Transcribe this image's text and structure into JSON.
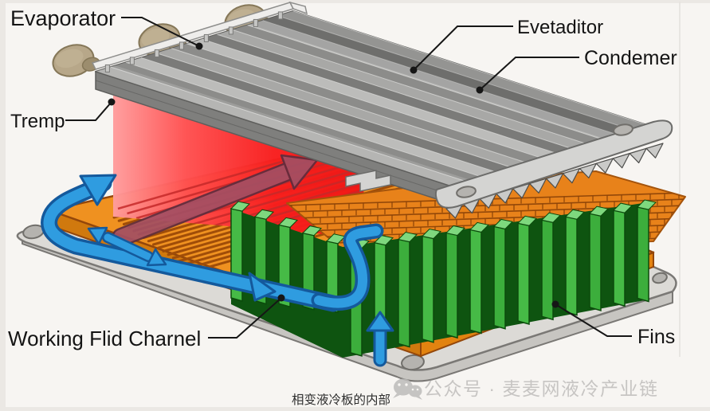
{
  "diagram": {
    "caption": "相变液冷板的内部",
    "labels": {
      "evaporator": "Evaporator",
      "evetaditor": "Evetaditor",
      "condenser": "Condemer",
      "temp": "Tremp",
      "working_fluid_channel": "Working Flid Charnel",
      "fins": "Fins"
    },
    "watermark": {
      "icon": "wechat-icon",
      "text": "公众号 · 麦麦网液冷产业链"
    },
    "colors": {
      "bg": "#f7f5f2",
      "border": "#ebe8e4",
      "faint_line": "#e4e1dd",
      "ink": "#161616",
      "caption_color": "#2e2e2e",
      "watermark_color": "#c7c5c3",
      "watermark_bubble": "#bdbcba",
      "base_plate": "#dcdad6",
      "base_side": "#c7c5c1",
      "base_edge": "#7a7875",
      "hole_fill": "#b5b3af",
      "hole_edge": "#716f6b",
      "slab_orange": "#ef9120",
      "slab_side": "#d0790e",
      "slab_side2": "#e28310",
      "orange_outline": "#94470a",
      "orange_fin_line": "#a04d08",
      "copper": "#e8821a",
      "copper_edge": "#a4540c",
      "copper_line": "#8a4208",
      "green_dark": "#0e5410",
      "green_face": "#3cae3c",
      "green_face_alt": "#46ba46",
      "green_cap": "#7ed87e",
      "green_outline": "#0c4a0c",
      "blue": "#2f9ce0",
      "blue_dark": "#14599c",
      "red_main": "#ef1515",
      "red_soft": "#ff9d9d",
      "red_fin_shadow": "#c62a2a",
      "heat_arrow": "#a34f63",
      "heat_arrow_outline": "#5f2d3e",
      "metal_mid": "#989896",
      "metal_edge": "#5e5e5c",
      "metal_side": "#7f7f7d",
      "metal_side2": "#a2a2a0",
      "flange": "#d4d4d2",
      "flange_edge": "#6c6c6a",
      "rail": "#eeedeb",
      "rail_edge": "#8e8e8c",
      "tooth": "#cacac8",
      "tooth_back": "#c2c2c0",
      "tooth_edge": "#4c4c4a",
      "cone": "#b7a789",
      "cone_hi": "#c5b698",
      "cone_collar": "#9c8d6e",
      "cone_edge": "#857758"
    }
  }
}
